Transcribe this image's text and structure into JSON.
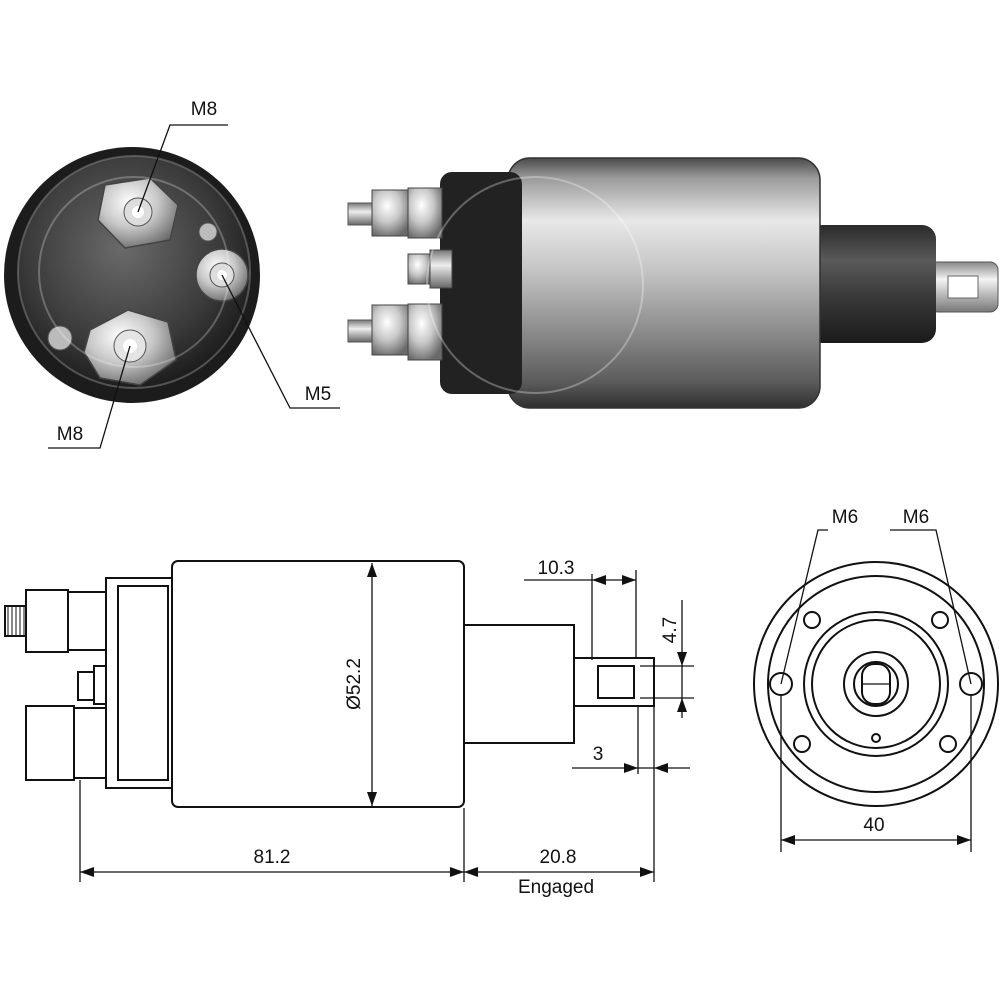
{
  "photo_end_view": {
    "labels": {
      "top_stud": "M8",
      "small_stud": "M5",
      "bottom_stud": "M8"
    }
  },
  "drawing": {
    "diameter_label": "Ø52.2",
    "plunger_offset": "10.3",
    "slot_width": "4.7",
    "slot_depth": "3",
    "body_length": "81.2",
    "engaged_length": "20.8",
    "engaged_caption": "Engaged",
    "flange": {
      "hole_left": "M6",
      "hole_right": "M6",
      "hole_spacing": "40"
    }
  }
}
